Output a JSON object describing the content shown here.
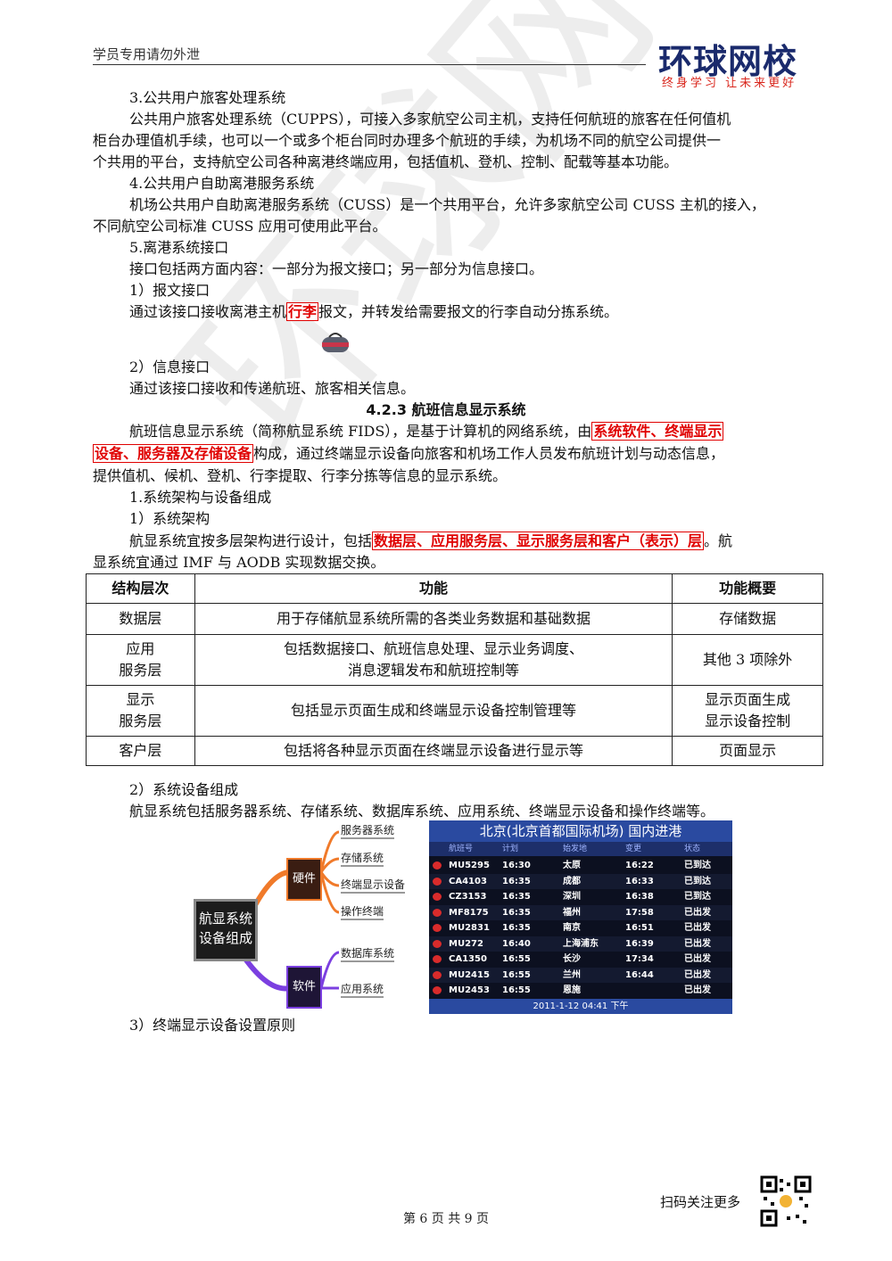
{
  "header": {
    "note": "学员专用请勿外泄",
    "logo": "环球网校",
    "slogan": "终身学习 让未来更好"
  },
  "watermark": "环球网校",
  "paragraphs": {
    "p1": "3.公共用户旅客处理系统",
    "p2a": "公共用户旅客处理系统（CUPPS），可接入多家航空公司主机，支持任何航班的旅客在任何值机",
    "p2b": "柜台办理值机手续，也可以一个或多个柜台同时办理多个航班的手续，为机场不同的航空公司提供一",
    "p2c": "个共用的平台，支持航空公司各种离港终端应用，包括值机、登机、控制、配载等基本功能。",
    "p3": "4.公共用户自助离港服务系统",
    "p4a": "机场公共用户自助离港服务系统（CUSS）是一个共用平台，允许多家航空公司 CUSS 主机的接入，",
    "p4b": "不同航空公司标准 CUSS 应用可使用此平台。",
    "p5": "5.离港系统接口",
    "p6": "接口包括两方面内容：一部分为报文接口；另一部分为信息接口。",
    "p7": "1）报文接口",
    "p8a": "通过该接口接收离港主机",
    "p8red": "行李",
    "p8b": "报文，并转发给需要报文的行李自动分拣系统。",
    "p9": "2）信息接口",
    "p10": "通过该接口接收和传递航班、旅客相关信息。",
    "heading": "4.2.3 航班信息显示系统",
    "p11a": "航班信息显示系统（简称航显系统 FIDS），是基于计算机的网络系统，由",
    "p11red1": "系统软件、终端显示",
    "p11red2": "设备、服务器及存储设备",
    "p11b": "构成，通过终端显示设备向旅客和机场工作人员发布航班计划与动态信息，",
    "p11c": "提供值机、候机、登机、行李提取、行李分拣等信息的显示系统。",
    "p12": "1.系统架构与设备组成",
    "p13": "1）系统架构",
    "p14a": "航显系统宜按多层架构进行设计，包括",
    "p14red": "数据层、应用服务层、显示服务层和客户（表示）层",
    "p14b": "。航",
    "p14c": "显系统宜通过 IMF 与 AODB 实现数据交换。",
    "p15": "2）系统设备组成",
    "p16": "航显系统包括服务器系统、存储系统、数据库系统、应用系统、终端显示设备和操作终端等。",
    "p17": "3）终端显示设备设置原则"
  },
  "table": {
    "headers": [
      "结构层次",
      "功能",
      "功能概要"
    ],
    "rows": [
      {
        "layer": "数据层",
        "func": "用于存储航显系统所需的各类业务数据和基础数据",
        "summary": "存储数据"
      },
      {
        "layer": "应用\n服务层",
        "func": "包括数据接口、航班信息处理、显示业务调度、\n消息逻辑发布和航班控制等",
        "summary": "其他 3 项除外"
      },
      {
        "layer": "显示\n服务层",
        "func": "包括显示页面生成和终端显示设备控制管理等",
        "summary": "显示页面生成\n显示设备控制"
      },
      {
        "layer": "客户层",
        "func": "包括将各种显示页面在终端显示设备进行显示等",
        "summary": "页面显示"
      }
    ]
  },
  "mindmap": {
    "root": "航显系统\n设备组成",
    "hardware": "硬件",
    "software": "软件",
    "hw_items": [
      "服务器系统",
      "存储系统",
      "终端显示设备",
      "操作终端"
    ],
    "sw_items": [
      "数据库系统",
      "应用系统"
    ]
  },
  "fids": {
    "title": "北京(北京首都国际机场) 国内进港",
    "cols": [
      "航班号",
      "计划",
      "始发地",
      "变更",
      "状态"
    ],
    "rows": [
      [
        "MU5295",
        "16:30",
        "太原",
        "16:22",
        "已到达"
      ],
      [
        "CA4103",
        "16:35",
        "成都",
        "16:33",
        "已到达"
      ],
      [
        "CZ3153",
        "16:35",
        "深圳",
        "16:38",
        "已到达"
      ],
      [
        "MF8175",
        "16:35",
        "福州",
        "17:58",
        "已出发"
      ],
      [
        "MU2831",
        "16:35",
        "南京",
        "16:51",
        "已出发"
      ],
      [
        "MU272",
        "16:40",
        "上海浦东",
        "16:39",
        "已出发"
      ],
      [
        "CA1350",
        "16:55",
        "长沙",
        "17:34",
        "已出发"
      ],
      [
        "MU2415",
        "16:55",
        "兰州",
        "16:44",
        "已出发"
      ],
      [
        "MU2453",
        "16:55",
        "恩施",
        "",
        "已出发"
      ]
    ],
    "footer": "2011-1-12 04:41 下午"
  },
  "footer": {
    "page": "第 6 页 共 9 页",
    "qr_text": "扫码关注更多"
  }
}
